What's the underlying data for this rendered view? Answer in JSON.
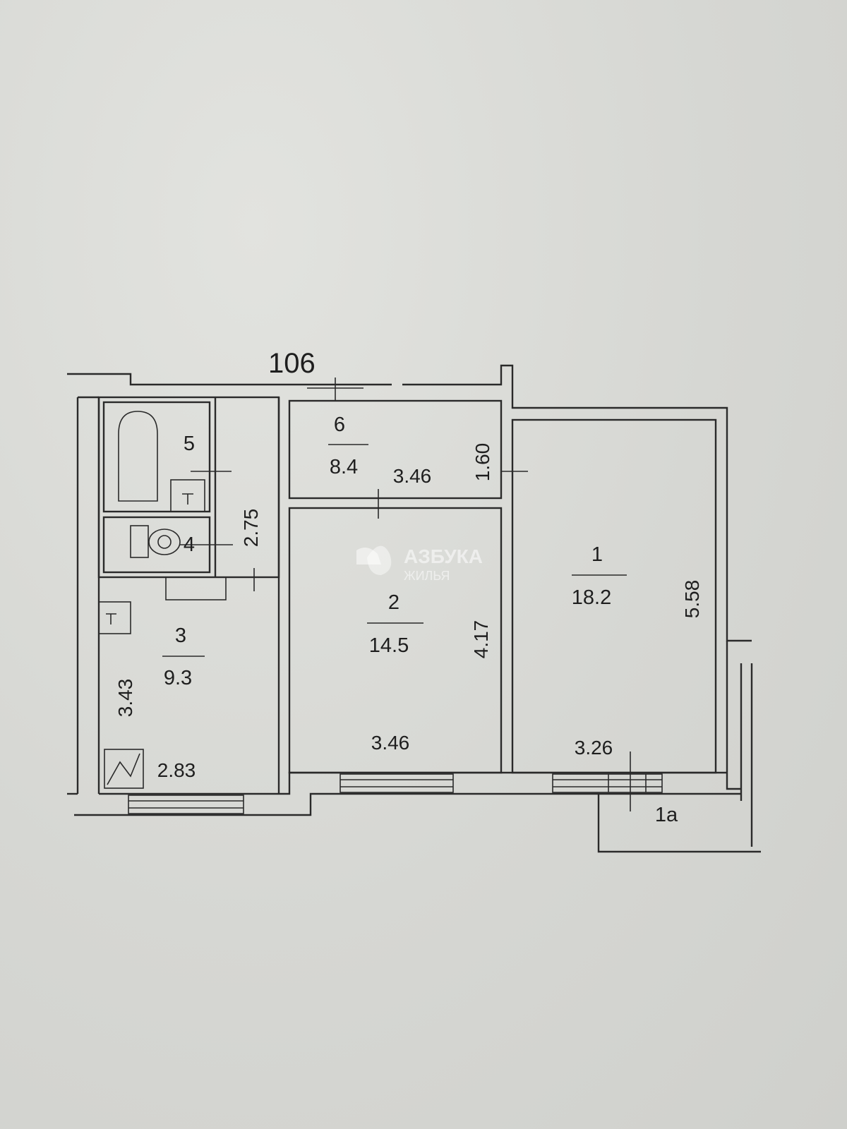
{
  "plan": {
    "apartment_number": "106",
    "rooms": [
      {
        "id": "1",
        "area": "18.2"
      },
      {
        "id": "2",
        "area": "14.5"
      },
      {
        "id": "3",
        "area": "9.3"
      },
      {
        "id": "4"
      },
      {
        "id": "5"
      },
      {
        "id": "6",
        "area": "8.4"
      },
      {
        "id": "1a"
      }
    ],
    "dimensions": {
      "room6_width": "3.46",
      "room6_depth": "1.60",
      "corridor_length": "2.75",
      "room2_width": "3.46",
      "room2_depth": "4.17",
      "room1_width": "3.26",
      "room1_depth": "5.58",
      "kitchen_depth": "3.43",
      "kitchen_width": "2.83"
    }
  },
  "watermark": {
    "line1": "АЗБУКА",
    "line2": "ЖИЛЬЯ",
    "color": "#ffffff"
  }
}
